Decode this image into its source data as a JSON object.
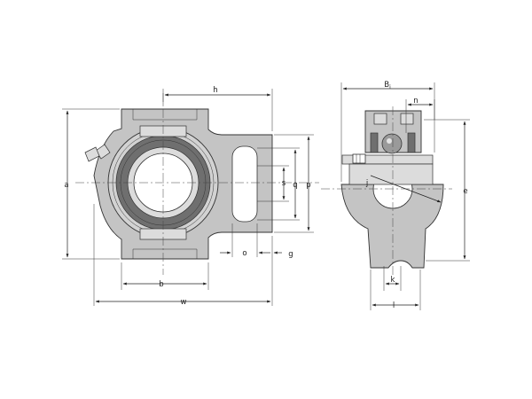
{
  "labels": {
    "h": "h",
    "a": "a",
    "b": "b",
    "w": "w",
    "o": "o",
    "g": "g",
    "s": "s",
    "q": "q",
    "p": "p",
    "B_main": "B",
    "B_sub": "i",
    "n": "n",
    "j": "j",
    "e": "e",
    "k": "k",
    "l": "l"
  },
  "colors": {
    "housing": "#c4c4c4",
    "seal": "#6f6f6f",
    "line": "#222222"
  }
}
